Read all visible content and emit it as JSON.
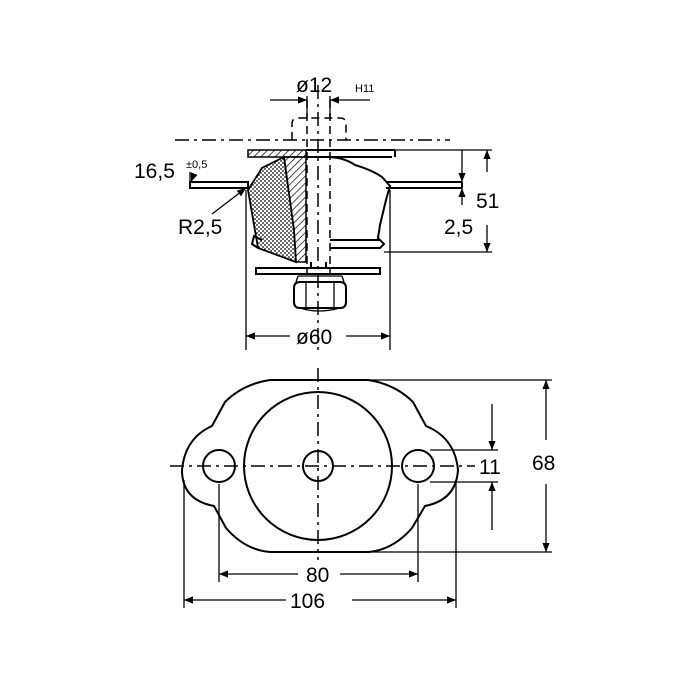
{
  "side_view": {
    "bolt_diameter": "ø12",
    "bolt_tolerance": "H11",
    "thickness": "16,5",
    "thickness_tolerance": "±0,5",
    "radius": "R2,5",
    "height": "51",
    "plate": "2,5",
    "base_diameter": "ø60"
  },
  "top_view": {
    "hole": "11",
    "height": "68",
    "hole_spacing": "80",
    "total_length": "106"
  }
}
